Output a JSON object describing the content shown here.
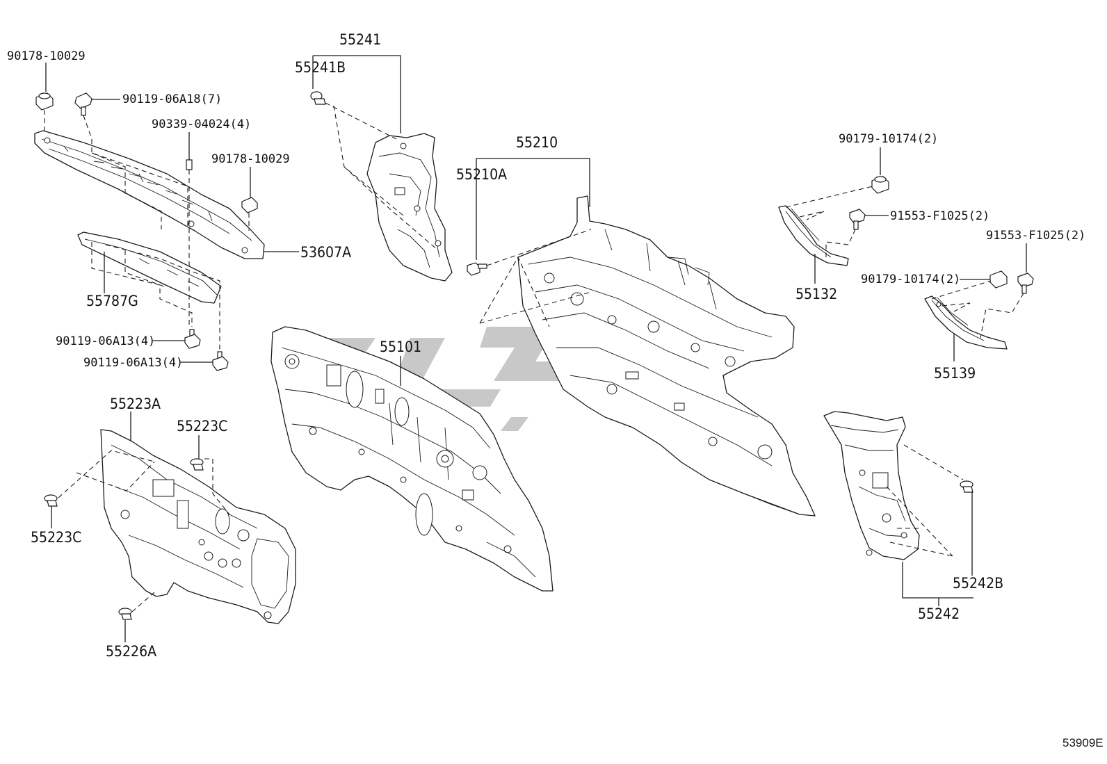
{
  "labels": {
    "p90178_10029_a": "90178-10029",
    "p90119_06a18": "90119-06A18(7)",
    "p90339_04024": "90339-04024(4)",
    "p90178_10029_b": "90178-10029",
    "p53607a": "53607A",
    "p55787g": "55787G",
    "p90119_06a13_a": "90119-06A13(4)",
    "p90119_06a13_b": "90119-06A13(4)",
    "p55241": "55241",
    "p55241b": "55241B",
    "p55210": "55210",
    "p55210a": "55210A",
    "p55101": "55101",
    "p90179_10174_a": "90179-10174(2)",
    "p91553_f1025_a": "91553-F1025(2)",
    "p55132": "55132",
    "p91553_f1025_b": "91553-F1025(2)",
    "p90179_10174_b": "90179-10174(2)",
    "p55139": "55139",
    "p55223a": "55223A",
    "p55223c_a": "55223C",
    "p55223c_b": "55223C",
    "p55226a": "55226A",
    "p55242b": "55242B",
    "p55242": "55242"
  },
  "diagram_code": "53909E",
  "colors": {
    "line": "#1a1a1a",
    "watermark": "#9a9a9a"
  }
}
